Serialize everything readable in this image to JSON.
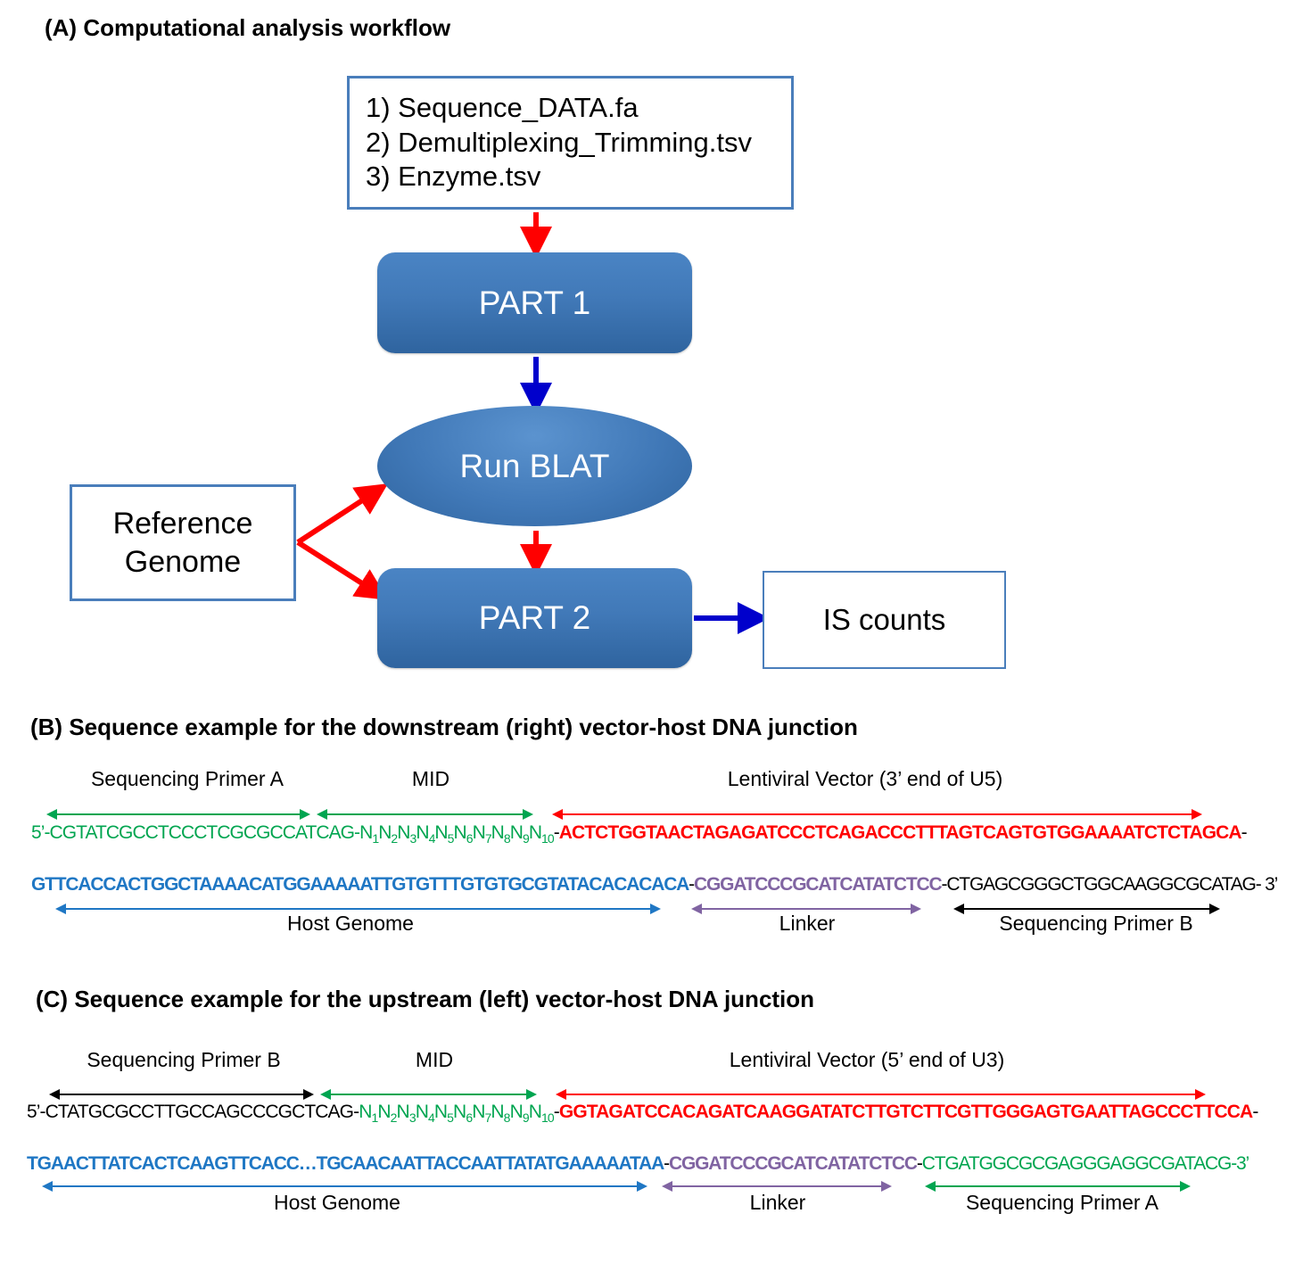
{
  "figure": {
    "panels": [
      {
        "id": "A",
        "title": "(A) Computational analysis workflow"
      },
      {
        "id": "B",
        "title": "(B) Sequence example for the downstream (right) vector-host DNA junction"
      },
      {
        "id": "C",
        "title": "(C) Sequence example for the upstream (left) vector-host DNA junction"
      }
    ]
  },
  "panelA": {
    "input_files": {
      "line1": "1) Sequence_DATA.fa",
      "line2": "2) Demultiplexing_Trimming.tsv",
      "line3": "3) Enzyme.tsv"
    },
    "part1_label": "PART 1",
    "blat_label": "Run BLAT",
    "part2_label": "PART 2",
    "reference_genome_label": "Reference Genome",
    "is_counts_label": "IS counts",
    "colors": {
      "box_border": "#4a7ebb",
      "process_fill": "#4179b8",
      "arrow_red": "#ff0000",
      "arrow_blue": "#0000cc"
    }
  },
  "panelB": {
    "top_labels": [
      {
        "text": "Sequencing Primer A",
        "color": "#00a550",
        "arrow": "double"
      },
      {
        "text": "MID",
        "color": "#00a550",
        "arrow": "double"
      },
      {
        "text": "Lentiviral Vector (3’ end of U5)",
        "color": "#ff0000",
        "arrow": "double"
      }
    ],
    "bottom_labels": [
      {
        "text": "Host Genome",
        "color": "#1f77c4",
        "arrow": "double"
      },
      {
        "text": "Linker",
        "color": "#8064a2",
        "arrow": "double"
      },
      {
        "text": "Sequencing Primer B",
        "color": "#000000",
        "arrow": "double"
      }
    ],
    "line1": {
      "prime5": "5’- ",
      "primerA": "CGTATCGCCTCCCTCGCGCCATCAG",
      "mid_prefix": "N",
      "mid_count": 10,
      "vector": "ACTCTGGTAACTAGAGATCCCTCAGACCCTTTAGTCAGTGTGGAAAATCTCTAGCA"
    },
    "line2": {
      "host": "GTTCACCACTGGCTAAAACATGGAAAAATTGTGTTTGTGTGCGTATACACACACA",
      "linker": "CGGATCCCGCATCATATCTCC",
      "primerB": "CTGAGCGGGCTGGCAAGGCGCATAG",
      "prime3": " - 3’"
    }
  },
  "panelC": {
    "top_labels": [
      {
        "text": "Sequencing Primer B",
        "color": "#000000",
        "arrow": "double"
      },
      {
        "text": "MID",
        "color": "#00a550",
        "arrow": "double"
      },
      {
        "text": "Lentiviral Vector (5’ end of U3)",
        "color": "#ff0000",
        "arrow": "double"
      }
    ],
    "bottom_labels": [
      {
        "text": "Host Genome",
        "color": "#1f77c4",
        "arrow": "double"
      },
      {
        "text": "Linker",
        "color": "#8064a2",
        "arrow": "double"
      },
      {
        "text": "Sequencing Primer A",
        "color": "#00a550",
        "arrow": "double"
      }
    ],
    "line1": {
      "prime5": "5’- ",
      "primerB": "CTATGCGCCTTGCCAGCCCGCTCAG",
      "mid_prefix": "N",
      "mid_count": 10,
      "vector": "GGTAGATCCACAGATCAAGGATATCTTGTCTTCGTTGGGAGTGAATTAGCCCTTCCA"
    },
    "line2": {
      "host": "TGAACTTATCACTCAAGTTCACC…TGCAACAATTACCAATTATATGAAAAATAA",
      "linker": "CGGATCCCGCATCATATCTCC",
      "primerA": "CTGATGGCGCGAGGGAGGCGATACG",
      "prime3": " -3’"
    }
  }
}
